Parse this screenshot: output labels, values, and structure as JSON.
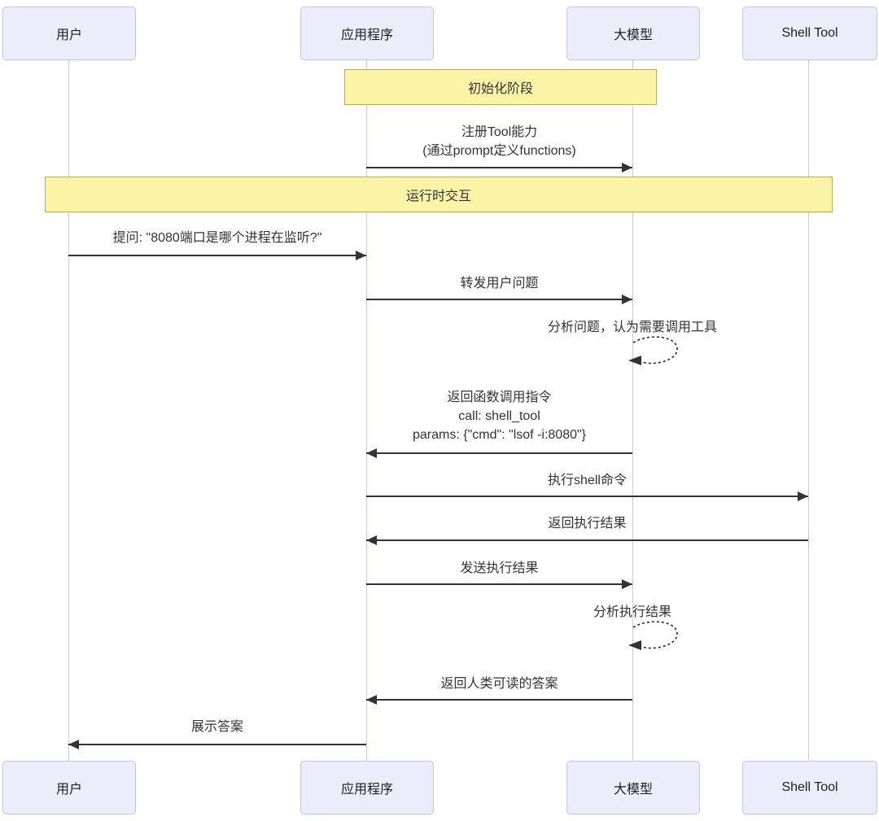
{
  "diagram_type": "sequence-diagram",
  "participants": [
    {
      "id": "user",
      "label": "用户"
    },
    {
      "id": "app",
      "label": "应用程序"
    },
    {
      "id": "llm",
      "label": "大模型"
    },
    {
      "id": "shell_tool",
      "label": "Shell Tool"
    }
  ],
  "sections": [
    {
      "label": "初始化阶段"
    },
    {
      "label": "运行时交互"
    }
  ],
  "messages": {
    "register_tool": {
      "line1": "注册Tool能力",
      "line2": "(通过prompt定义functions)",
      "from": "应用程序",
      "to": "大模型"
    },
    "ask": {
      "text": "提问: \"8080端口是哪个进程在监听?\"",
      "from": "用户",
      "to": "应用程序"
    },
    "forward_question": {
      "text": "转发用户问题",
      "from": "应用程序",
      "to": "大模型"
    },
    "analyze_question": {
      "text": "分析问题，认为需要调用工具",
      "from": "大模型",
      "to": "大模型"
    },
    "return_function_call": {
      "line1": "返回函数调用指令",
      "line2": "call: shell_tool",
      "line3": "params: {\"cmd\": \"lsof -i:8080\"}",
      "from": "大模型",
      "to": "应用程序"
    },
    "exec_shell": {
      "text": "执行shell命令",
      "from": "应用程序",
      "to": "Shell Tool"
    },
    "return_exec_result": {
      "text": "返回执行结果",
      "from": "Shell Tool",
      "to": "应用程序"
    },
    "send_exec_result": {
      "text": "发送执行结果",
      "from": "应用程序",
      "to": "大模型"
    },
    "analyze_result": {
      "text": "分析执行结果",
      "from": "大模型",
      "to": "大模型"
    },
    "return_answer": {
      "text": "返回人类可读的答案",
      "from": "大模型",
      "to": "应用程序"
    },
    "show_answer": {
      "text": "展示答案",
      "from": "应用程序",
      "to": "用户"
    }
  },
  "colors": {
    "participant_fill": "#ECECFB",
    "participant_border": "#C5C5E8",
    "section_fill": "#FBF3A5",
    "section_border": "#B9AF4B",
    "arrow_color": "#333333",
    "lifeline_color": "#C9C9E4",
    "text_color": "#333333"
  }
}
